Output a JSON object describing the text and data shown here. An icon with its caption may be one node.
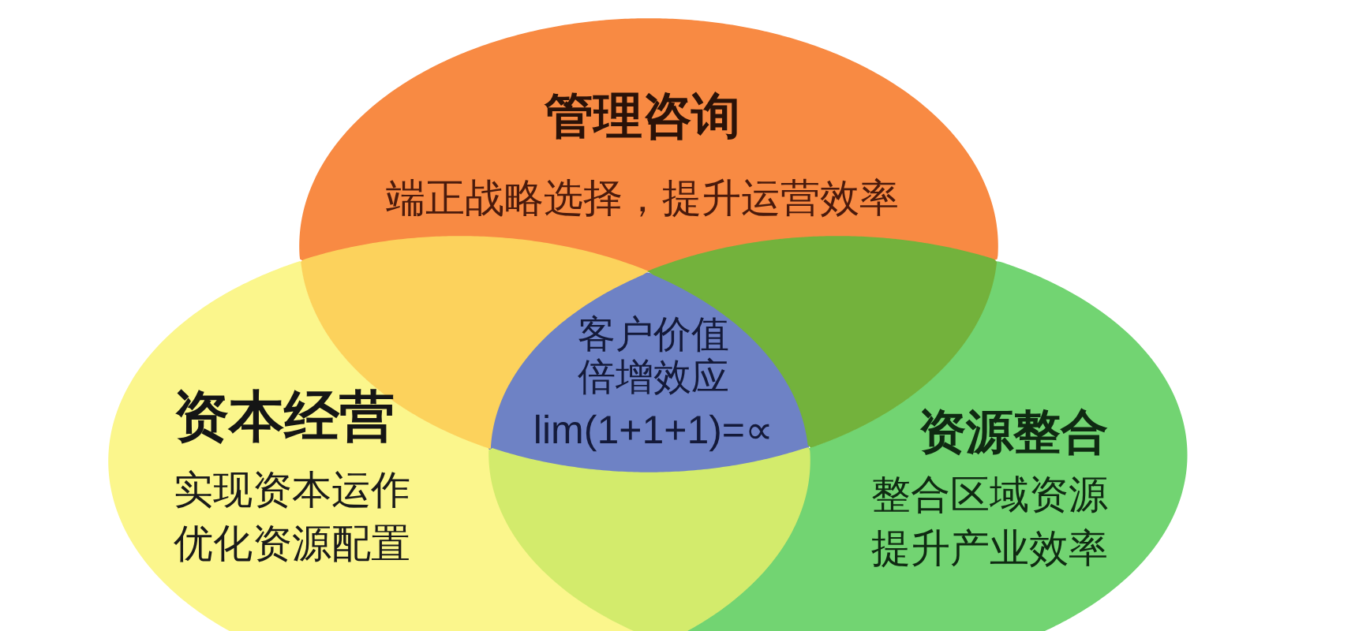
{
  "diagram": {
    "nodes": [
      {
        "text": [
          "管理咨询",
          "端正战略选择，提升运营效率"
        ]
      },
      {
        "text": [
          "资本经营",
          "实现资本运作",
          "优化资源配置"
        ]
      },
      {
        "text": [
          "资源整合",
          "整合区域资源",
          "提升产业效率"
        ]
      },
      {
        "text": [
          "客户价值倍增效应",
          "lim(1+1+1)=∝"
        ]
      },
      {
        "text": [],
        "shape": "lens"
      },
      {
        "text": [],
        "shape": "lens"
      },
      {
        "text": [],
        "shape": "lens"
      }
    ]
  }
}
